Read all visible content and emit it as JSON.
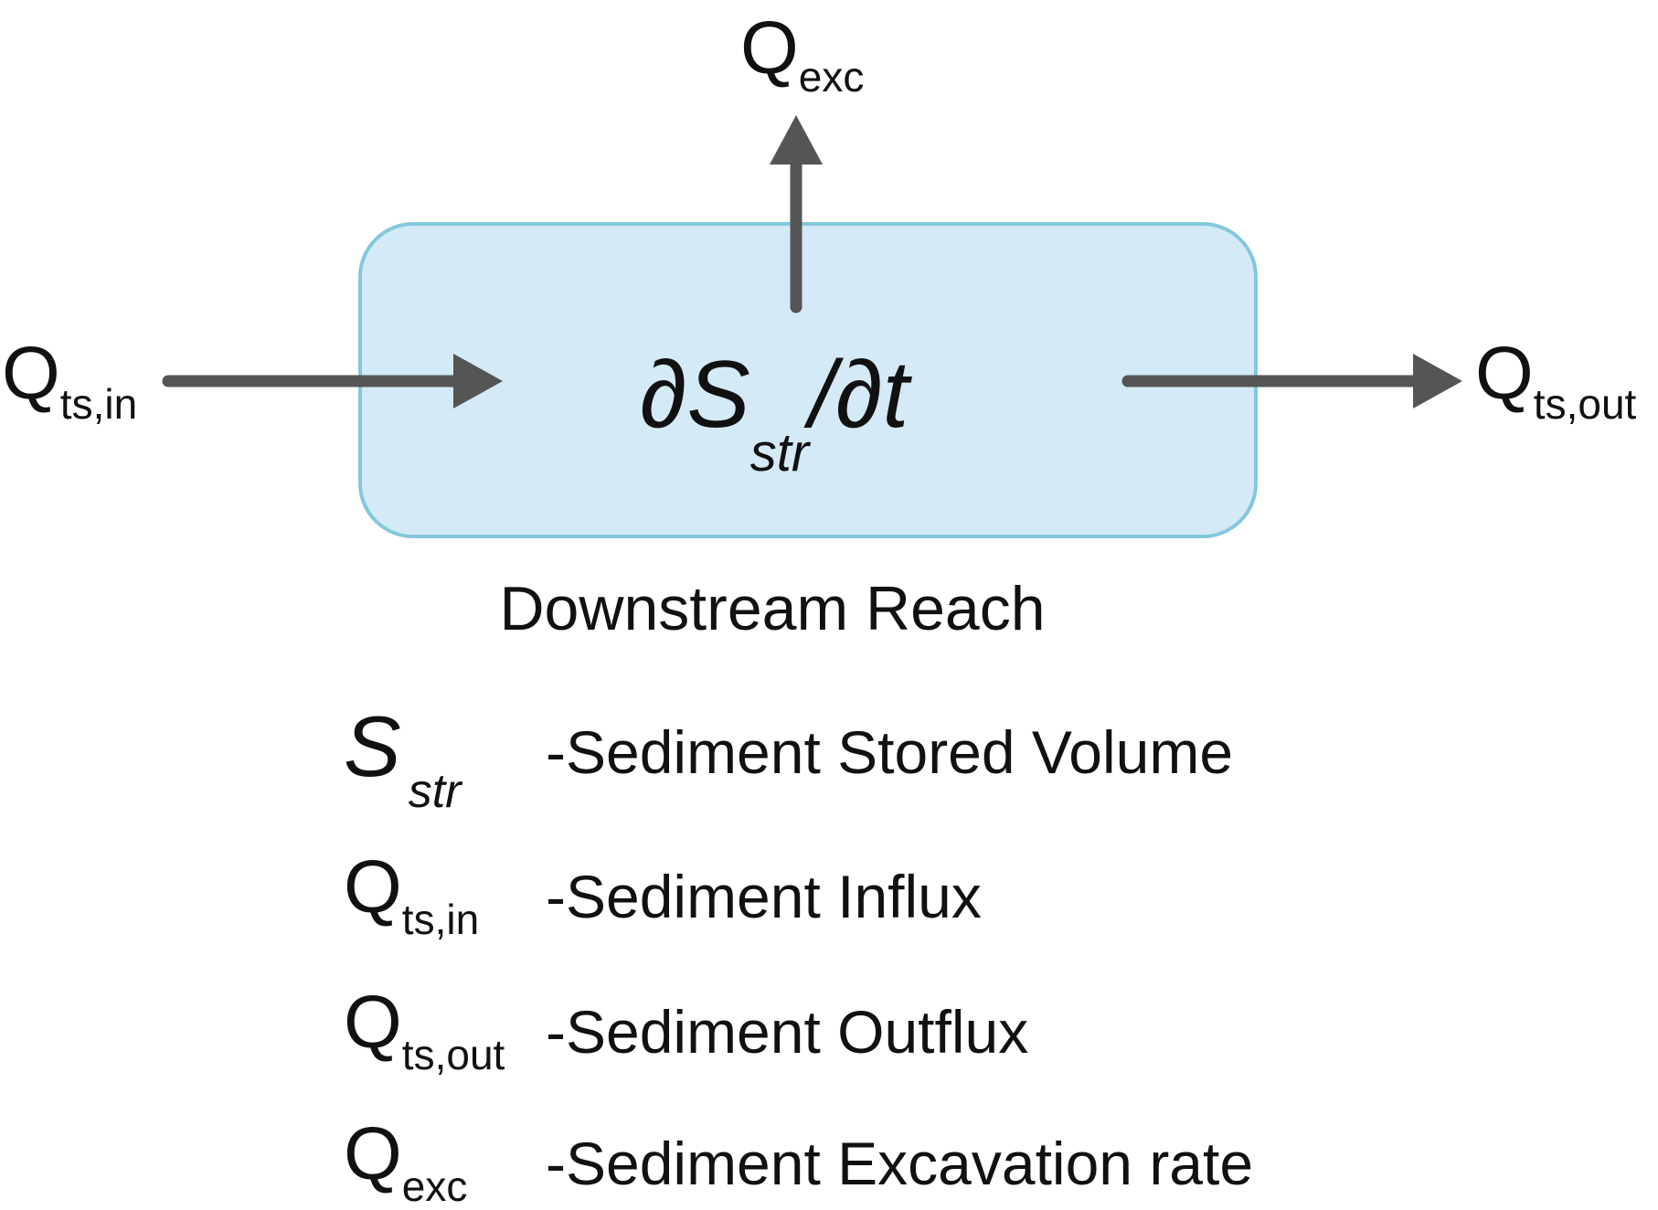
{
  "diagram": {
    "box": {
      "formula_main": "∂S",
      "formula_sub": "str",
      "formula_tail": "/∂t",
      "caption": "Downstream Reach",
      "fill": "#d4eaf6",
      "stroke": "#82c8de"
    },
    "arrow_color": "#555555",
    "flows": {
      "inflow": {
        "symbol": "Q",
        "subscript": "ts,in"
      },
      "outflow": {
        "symbol": "Q",
        "subscript": "ts,out"
      },
      "excavation": {
        "symbol": "Q",
        "subscript": "exc"
      }
    },
    "legend": [
      {
        "symbol": "S",
        "subscript": "str",
        "italic": true,
        "description": "-Sediment Stored Volume"
      },
      {
        "symbol": "Q",
        "subscript": "ts,in",
        "italic": false,
        "description": "-Sediment Influx"
      },
      {
        "symbol": "Q",
        "subscript": "ts,out",
        "italic": false,
        "description": "-Sediment Outflux"
      },
      {
        "symbol": "Q",
        "subscript": "exc",
        "italic": false,
        "description": "-Sediment Excavation rate"
      }
    ]
  }
}
